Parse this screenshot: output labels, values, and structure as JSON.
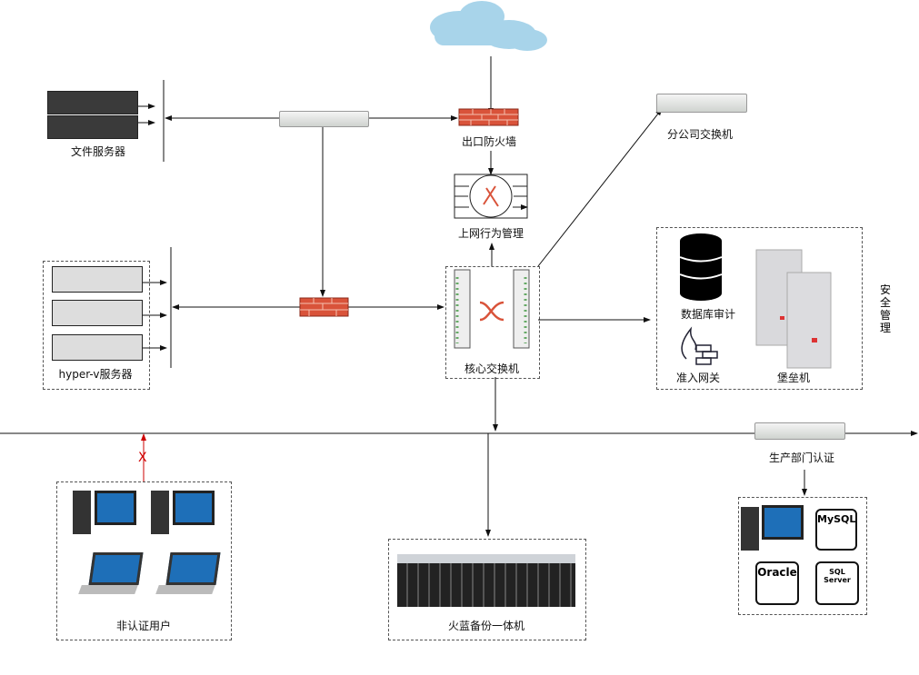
{
  "nodes": {
    "exit_firewall": "出口防火墙",
    "behavior_mgmt": "上网行为管理",
    "branch_switch": "分公司交换机",
    "file_server": "文件服务器",
    "hyperv_server": "hyper-v服务器",
    "core_switch": "核心交换机",
    "db_audit": "数据库审计",
    "access_gateway": "准入网关",
    "bastion": "堡垒机",
    "security_group": "安全管理",
    "prod_auth": "生产部门认证",
    "unauth_users": "非认证用户",
    "backup": "火蓝备份一体机",
    "blocked_mark": "X",
    "db_mysql": "MySQL",
    "db_oracle": "Oracle",
    "db_sqlserver": "SQL Server"
  },
  "colors": {
    "cloud": "#a8d4ea",
    "firewall": "#d9533a",
    "blocked": "#d00000",
    "monitor": "#1e6fb8"
  }
}
